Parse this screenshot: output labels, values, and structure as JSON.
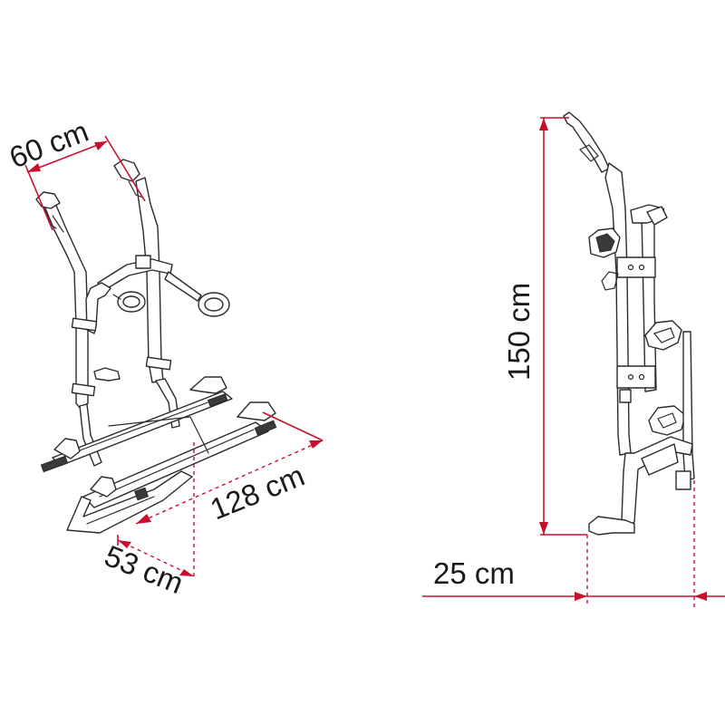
{
  "dimensions": {
    "width_top": "60 cm",
    "length": "128 cm",
    "depth": "53 cm",
    "height": "150 cm",
    "side_depth": "25 cm"
  },
  "colors": {
    "dimension_line": "#c8102e",
    "outline": "#2b2b2b",
    "background": "#ffffff"
  }
}
